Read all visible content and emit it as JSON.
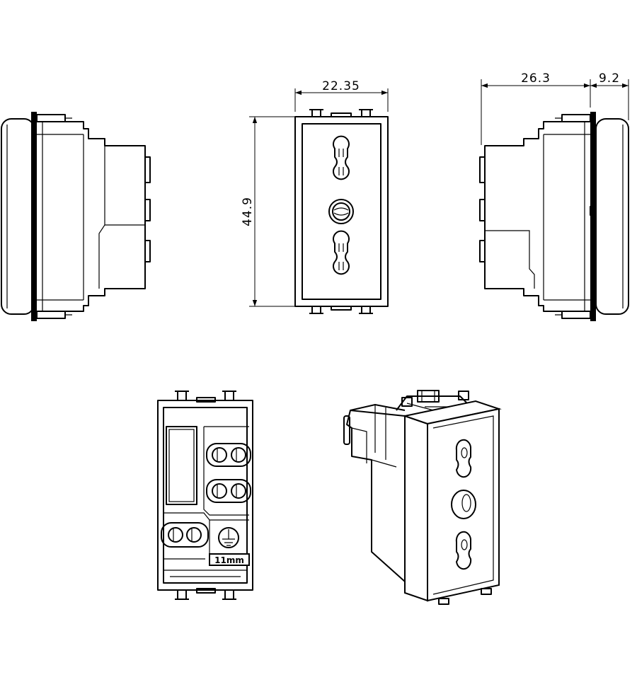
{
  "dimensions": {
    "width_front": "22.35",
    "height_front": "44.9",
    "depth_body": "26.3",
    "depth_plate": "9.2"
  },
  "terminal_label": "11mm",
  "colors": {
    "line": "#000000",
    "background": "#ffffff"
  }
}
